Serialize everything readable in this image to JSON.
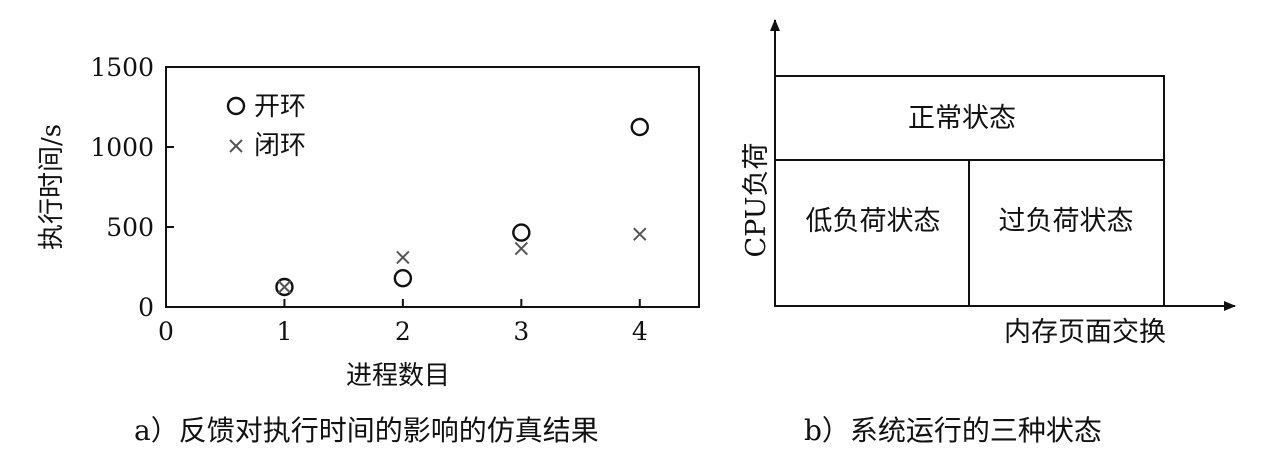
{
  "chart_data": [
    {
      "type": "scatter",
      "xlabel": "进程数目",
      "ylabel": "执行时间/s",
      "xlim": [
        0,
        4.5
      ],
      "ylim": [
        0,
        1500
      ],
      "x_ticks": [
        "0",
        "1",
        "2",
        "3",
        "4"
      ],
      "y_ticks": [
        "0",
        "500",
        "1000",
        "1500"
      ],
      "grid": false,
      "legend_position": "top-left",
      "series": [
        {
          "name": "开环",
          "marker": "circle",
          "x": [
            1,
            2,
            3,
            4
          ],
          "y": [
            125,
            180,
            465,
            1125
          ]
        },
        {
          "name": "闭环",
          "marker": "x",
          "x": [
            1,
            2,
            3,
            4
          ],
          "y": [
            125,
            310,
            365,
            455
          ]
        }
      ],
      "caption": "a）反馈对执行时间的影响的仿真结果"
    }
  ],
  "diagram": {
    "y_axis_label": "CPU负荷",
    "x_axis_label": "内存页面交换",
    "regions": {
      "normal": "正常状态",
      "low": "低负荷状态",
      "over": "过负荷状态"
    },
    "caption": "b）系统运行的三种状态"
  },
  "colors": {
    "ink": "#111111",
    "cross": "#555555"
  }
}
